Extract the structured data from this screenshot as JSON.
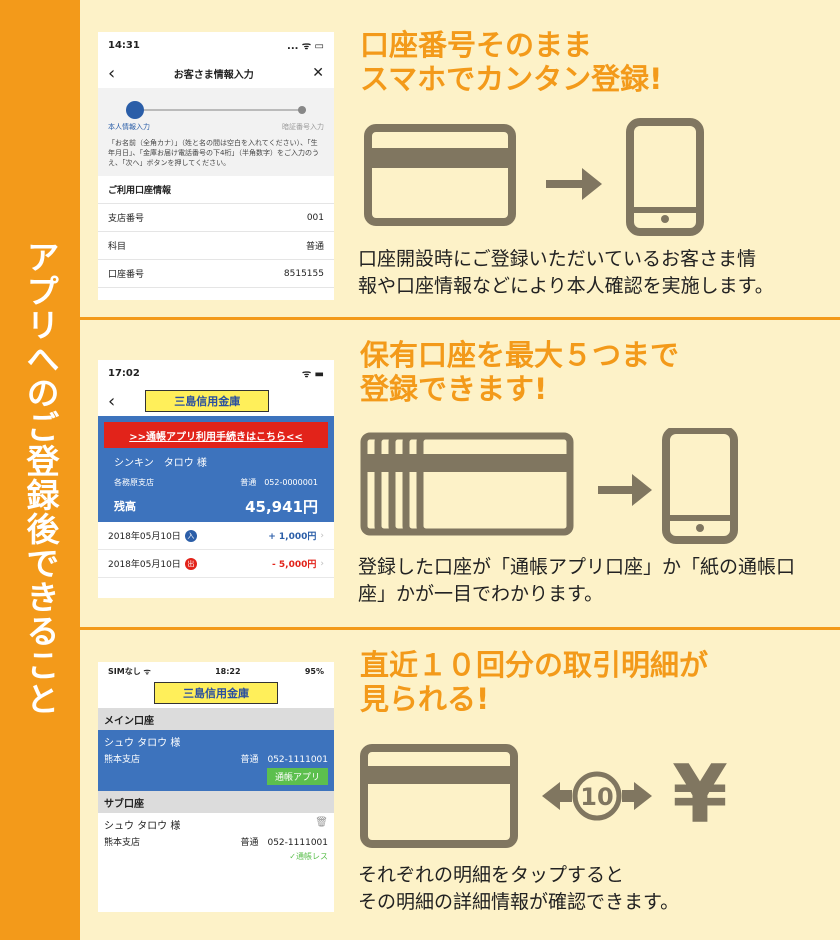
{
  "sidebar": {
    "title": "アプリへのご登録後できること"
  },
  "section1": {
    "heading": "口座番号そのまま\nスマホでカンタン登録!",
    "desc": "口座開設時にご登録いただいているお客さま情\n報や口座情報などにより本人確認を実施します。",
    "phone": {
      "time": "14:31",
      "status_icons": "... ᯤ ▭",
      "back": "‹",
      "title": "お客さま情報入力",
      "close": "✕",
      "step1": "本人情報入力",
      "step2": "暗証番号入力",
      "instruction": "「お名前（全角カナ）」（姓と名の間は空白を入れてください）、「生年月日」、「金庫お届け電話番号の下4桁」（半角数字）をご入力のうえ、「次へ」ボタンを押してください。",
      "section_head": "ご利用口座情報",
      "rows": [
        {
          "label": "支店番号",
          "value": "001"
        },
        {
          "label": "科目",
          "value": "普通"
        },
        {
          "label": "口座番号",
          "value": "8515155"
        }
      ]
    }
  },
  "section2": {
    "heading": "保有口座を最大５つまで\n登録できます!",
    "desc": "登録した口座が「通帳アプリ口座」か「紙の通帳口\n座」かが一目でわかります。",
    "phone": {
      "time": "17:02",
      "status_icons": "ᯤ ▬",
      "back": "‹",
      "bank": "三島信用金庫",
      "banner": ">>通帳アプリ利用手続きはこちら<<",
      "holder": "シンキン　タロウ 様",
      "branch": "各務原支店",
      "account": "普通　052-0000001",
      "balance_label": "残高",
      "balance": "45,941円",
      "trx": [
        {
          "date": "2018年05月10日",
          "badge": "入",
          "amount": "+ 1,000円"
        },
        {
          "date": "2018年05月10日",
          "badge": "出",
          "amount": "- 5,000円"
        }
      ]
    }
  },
  "section3": {
    "heading": "直近１０回分の取引明細が\n見られる!",
    "desc": "それぞれの明細をタップすると\nその明細の詳細情報が確認できます。",
    "badge_num": "10",
    "yen": "¥",
    "phone": {
      "carrier": "SIMなし ᯤ",
      "time": "18:22",
      "battery": "95%",
      "bank": "三島信用金庫",
      "main_title": "メイン口座",
      "main_holder": "シュウ タロウ 様",
      "main_branch": "熊本支店",
      "main_account": "普通　052-1111001",
      "main_button": "通帳アプリ",
      "sub_title": "サブ口座",
      "sub_holder": "シュウ タロウ 様",
      "sub_branch": "熊本支店",
      "sub_account": "普通　052-1111001",
      "sub_note": "✓通帳レス"
    }
  },
  "colors": {
    "accent": "#f39a1a",
    "background": "#fdf2c8",
    "icon": "#807660"
  }
}
